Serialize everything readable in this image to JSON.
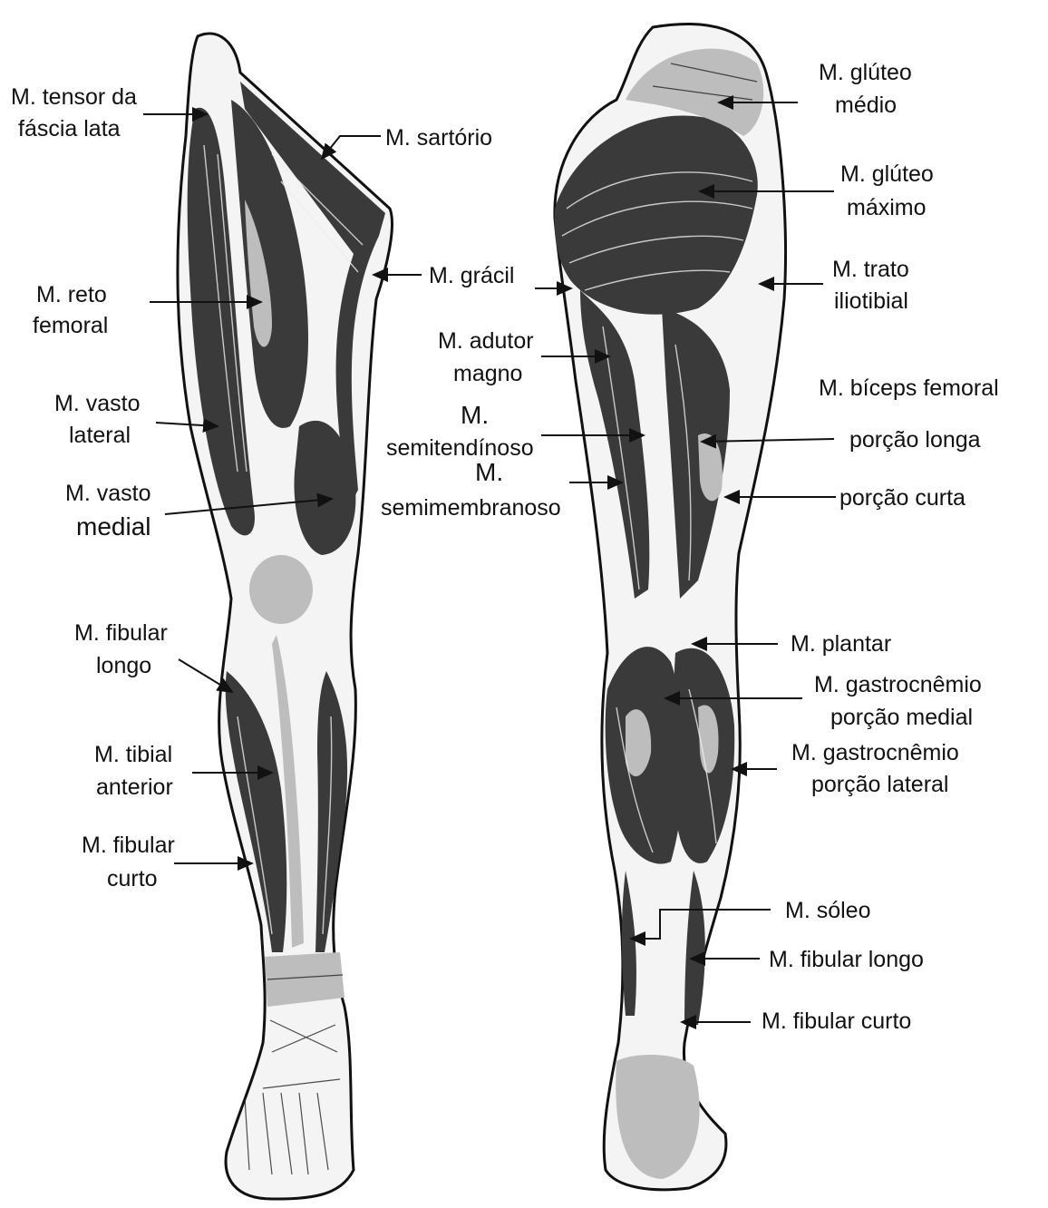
{
  "anterior_labels": {
    "tensor_fascia_lata": [
      "M. tensor da",
      "fáscia lata"
    ],
    "sartorio": "M. sartório",
    "reto_femoral": [
      "M. reto",
      "femoral"
    ],
    "vasto_lateral": [
      "M. vasto",
      "lateral"
    ],
    "vasto_medial": [
      "M. vasto",
      "medial"
    ],
    "fibular_longo": [
      "M. fibular",
      "longo"
    ],
    "tibial_anterior": [
      "M. tibial",
      "anterior"
    ],
    "fibular_curto": [
      "M. fibular",
      "curto"
    ]
  },
  "posterior_labels": {
    "gracil": "M. grácil",
    "adutor_magno": [
      "M. adutor",
      "magno"
    ],
    "semitendinoso": [
      "M.",
      "semitendínoso"
    ],
    "semimembranoso": [
      "M.",
      "semimembranoso"
    ],
    "gluteo_medio": [
      "M. glúteo",
      "médio"
    ],
    "gluteo_maximo": [
      "M. glúteo",
      "máximo"
    ],
    "trato_iliotibial": [
      "M. trato",
      "iliotibial"
    ],
    "biceps_femoral": "M. bíceps femoral",
    "porcao_longa": "porção longa",
    "porcao_curta": "porção curta",
    "plantar": "M. plantar",
    "gastrocnemio_medial": [
      "M. gastrocnêmio",
      "porção medial"
    ],
    "gastrocnemio_lateral": [
      "M. gastrocnêmio",
      "porção lateral"
    ],
    "soleo": "M. sóleo",
    "fibular_longo": "M. fibular longo",
    "fibular_curto": "M. fibular curto"
  }
}
